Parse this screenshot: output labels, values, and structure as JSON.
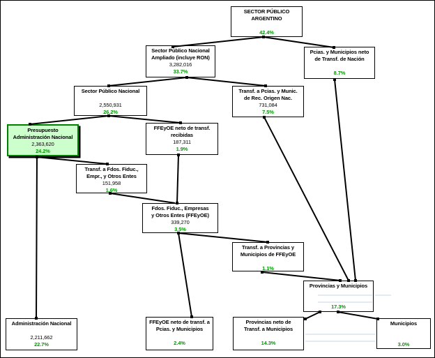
{
  "colors": {
    "pct_green": "#009900",
    "highlight_fill": "#ccffcc",
    "highlight_border": "#008000",
    "connector": "#000000",
    "gridline": "#c9d5e6"
  },
  "nodes": [
    {
      "id": "sector-publico-argentino",
      "line1": "SECTOR PÚBLICO",
      "line2": "ARGENTINO",
      "value": "",
      "pct": "42.4%"
    },
    {
      "id": "spn-ampliado",
      "line1": "Sector Público Nacional",
      "line2": "Ampliado (incluye RON)",
      "value": "3,282,016",
      "pct": "33.7%"
    },
    {
      "id": "pcias-municipios-neto-nacion",
      "line1": "Pcias. y Municipios neto",
      "line2": "de Transf. de Nación",
      "value": "",
      "pct": "8.7%"
    },
    {
      "id": "sector-publico-nacional",
      "line1": "Sector Público Nacional",
      "line2": "",
      "value": "2,550,931",
      "pct": "26.2%"
    },
    {
      "id": "transf-pcias-munic-ron",
      "line1": "Transf. a Pcias. y Munic.",
      "line2": "de Rec. Origen Nac.",
      "value": "731,084",
      "pct": "7.5%"
    },
    {
      "id": "presupuesto-admin-nacional",
      "line1": "Presupuesto",
      "line2": "Administración Nacional",
      "value": "2,363,620",
      "pct": "24.2%"
    },
    {
      "id": "ffeyoe-neto-transf-recibidas",
      "line1": "FFEyOE neto de transf.",
      "line2": "recibidas",
      "value": "187,311",
      "pct": "1.9%"
    },
    {
      "id": "transf-fdos-fiduc",
      "line1": "Transf. a Fdos. Fiduc.,",
      "line2": "Empr., y Otros Entes",
      "value": "151,958",
      "pct": "1.6%"
    },
    {
      "id": "fdos-fiduc-empresas-ffeyoe",
      "line1": "Fdos. Fiduc., Empresas",
      "line2": "y Otros Entes (FFEyOE)",
      "value": "339,270",
      "pct": "3.5%"
    },
    {
      "id": "transf-provincias-municipios-ffeyoe",
      "line1": "Transf. a Provincias y",
      "line2": "Municipios de FFEyOE",
      "value": "",
      "pct": "1.1%"
    },
    {
      "id": "provincias-y-municipios",
      "line1": "Provincias y Municipios",
      "line2": "",
      "value": "",
      "pct": "17.3%"
    },
    {
      "id": "administracion-nacional",
      "line1": "Administración Nacional",
      "line2": "",
      "value": "2,211,662",
      "pct": "22.7%"
    },
    {
      "id": "ffeyoe-neto-transf-pcias",
      "line1": "FFEyOE neto de transf. a",
      "line2": "Pcias. y Municipios",
      "value": "",
      "pct": "2.4%"
    },
    {
      "id": "provincias-neto-transf-municipios",
      "line1": "Provincias neto de",
      "line2": "Transf. a Municipios",
      "value": "",
      "pct": "14.3%"
    },
    {
      "id": "municipios",
      "line1": "Municipios",
      "line2": "",
      "value": "",
      "pct": "3.0%"
    }
  ]
}
